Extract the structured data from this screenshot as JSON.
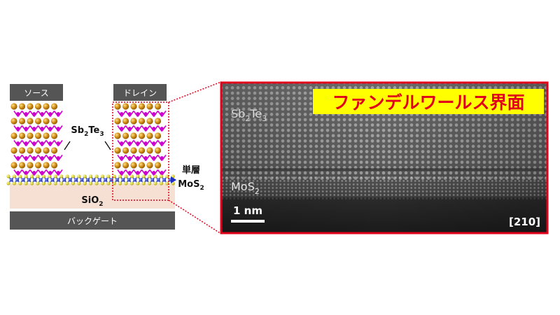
{
  "device": {
    "source_label": "ソース",
    "drain_label": "ドレイン",
    "sb2te3": {
      "base": "Sb",
      "sub1": "2",
      "mid": "Te",
      "sub2": "3"
    },
    "mos2_label_line1": "単層",
    "mos2_label_line2": {
      "base": "MoS",
      "sub": "2"
    },
    "sio2": {
      "base": "SiO",
      "sub": "2"
    },
    "backgate_label": "バックゲート"
  },
  "tem": {
    "interface_title": "ファンデルワールス界面",
    "sb2te3": {
      "base": "Sb",
      "sub1": "2",
      "mid": "Te",
      "sub2": "3"
    },
    "mos2": {
      "base": "MoS",
      "sub": "2"
    },
    "scale_label": "1 nm",
    "zone_axis": "[210]"
  },
  "colors": {
    "electrode": "#555555",
    "sb_atom": "#c8860f",
    "te_atom": "#cc00cc",
    "mo_atom": "#1f2fbf",
    "s_atom": "#d8d000",
    "sio2_fill": "#f6e0d4",
    "highlight_red": "#e0001a",
    "title_yellow": "#ffff00"
  }
}
